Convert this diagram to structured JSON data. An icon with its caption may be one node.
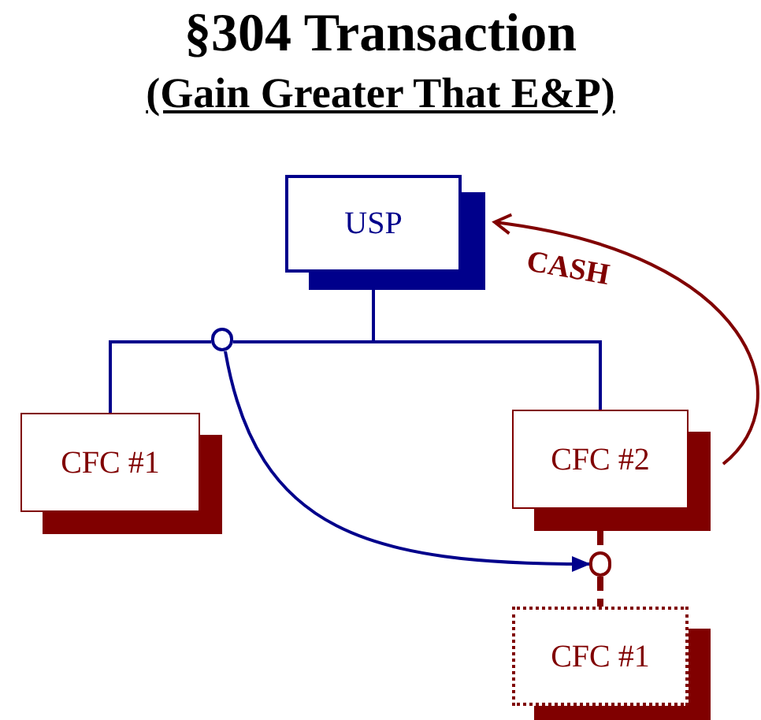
{
  "diagram": {
    "title": "§304 Transaction",
    "nodes": [
      {
        "text": [
          "USP"
        ]
      },
      {
        "text": [
          "CFC #1"
        ]
      },
      {
        "text": [
          "CFC #2"
        ]
      },
      {
        "text": [
          "CFC #1"
        ]
      },
      {
        "text": [],
        "shape": "circle"
      },
      {
        "text": [],
        "shape": "circle"
      }
    ],
    "edges": [
      {
        "from": 0,
        "to": 4,
        "arrow": "none"
      },
      {
        "from": 4,
        "to": 1,
        "arrow": "none"
      },
      {
        "from": 0,
        "to": 2,
        "arrow": "none"
      },
      {
        "from": 4,
        "to": 5,
        "arrow": "to"
      },
      {
        "from": 2,
        "to": 5,
        "arrow": "none",
        "style": "dashed",
        "color": "#800000"
      },
      {
        "from": 5,
        "to": 3,
        "arrow": "none",
        "style": "dashed",
        "color": "#800000"
      },
      {
        "from": 2,
        "to": 0,
        "arrow": "to",
        "label": "CASH",
        "color": "#800000"
      }
    ],
    "labels": [
      "(Gain Greater That E&P)"
    ]
  }
}
